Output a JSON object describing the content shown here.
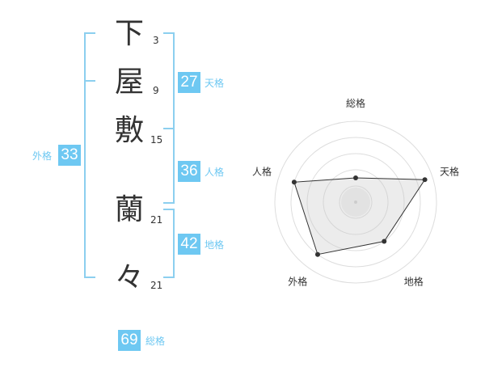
{
  "name": {
    "chars": [
      {
        "char": "下",
        "strokes": "3"
      },
      {
        "char": "屋",
        "strokes": "9"
      },
      {
        "char": "敷",
        "strokes": "15"
      },
      {
        "char": "蘭",
        "strokes": "21"
      },
      {
        "char": "々",
        "strokes": "21"
      }
    ]
  },
  "scores": {
    "tenkaku": {
      "value": "27",
      "label": "天格"
    },
    "jinkaku": {
      "value": "36",
      "label": "人格"
    },
    "chikaku": {
      "value": "42",
      "label": "地格"
    },
    "gaikaku": {
      "value": "33",
      "label": "外格"
    },
    "soukaku": {
      "value": "69",
      "label": "総格"
    }
  },
  "colors": {
    "accent": "#6ec8f2",
    "bracket": "#8ccfef",
    "text": "#333333"
  },
  "chart_data": {
    "type": "radar",
    "axes": [
      "総格",
      "天格",
      "地格",
      "外格",
      "人格"
    ],
    "values": [
      0.3,
      0.9,
      0.6,
      0.8,
      0.8
    ],
    "max": 1,
    "rings": 5
  }
}
